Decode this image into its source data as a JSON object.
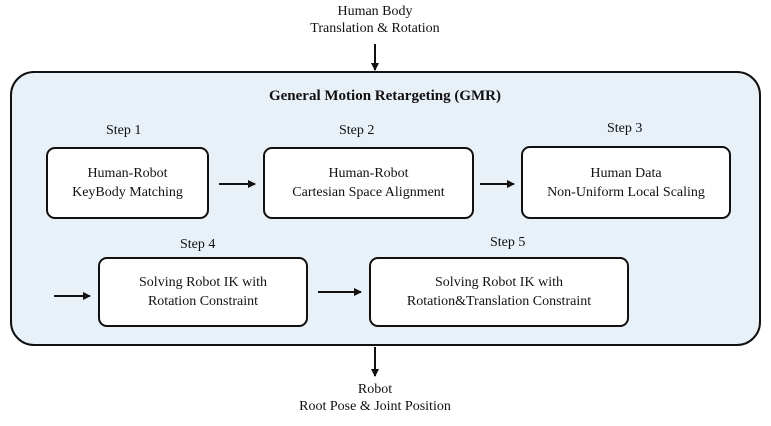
{
  "input": {
    "line1": "Human Body",
    "line2": "Translation & Rotation"
  },
  "gmr": {
    "title": "General Motion Retargeting (GMR)"
  },
  "steps": [
    {
      "label": "Step 1",
      "line1": "Human-Robot",
      "line2": "KeyBody Matching"
    },
    {
      "label": "Step 2",
      "line1": "Human-Robot",
      "line2": "Cartesian Space Alignment"
    },
    {
      "label": "Step 3",
      "line1": "Human Data",
      "line2": "Non-Uniform Local Scaling"
    },
    {
      "label": "Step 4",
      "line1": "Solving Robot IK with",
      "line2": "Rotation Constraint"
    },
    {
      "label": "Step 5",
      "line1": "Solving Robot IK with",
      "line2": "Rotation&Translation Constraint"
    }
  ],
  "output": {
    "line1": "Robot",
    "line2": "Root Pose & Joint Position"
  }
}
